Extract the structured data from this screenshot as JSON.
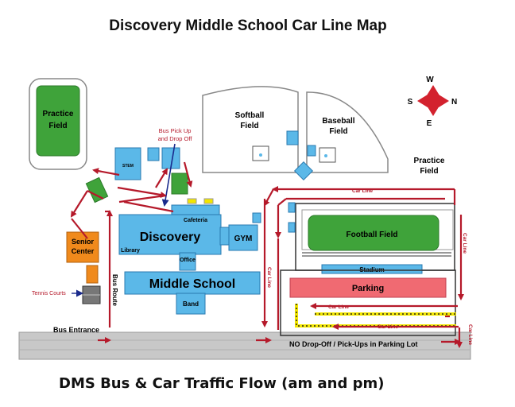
{
  "title": "Discovery Middle School Car Line Map",
  "footer": "DMS Bus & Car Traffic Flow (am and pm)",
  "compass": {
    "n": "W",
    "e": "N",
    "s": "E",
    "w": "S"
  },
  "labels": {
    "practice_field_left": [
      "Practice",
      "Field"
    ],
    "practice_field_right": [
      "Practice",
      "Field"
    ],
    "softball": [
      "Softball",
      "Field"
    ],
    "baseball": [
      "Baseball",
      "Field"
    ],
    "stem": "STEM",
    "bus_pickup": [
      "Bus Pick Up",
      "and Drop Off"
    ],
    "cafeteria": "Cafeteria",
    "discovery": "Discovery",
    "library": "Library",
    "office": "Office",
    "gym": "GYM",
    "middle_school": "Middle School",
    "band": "Band",
    "senior_center": [
      "Senior",
      "Center"
    ],
    "tennis_courts": "Tennis Courts",
    "bus_route": "Bus Route",
    "bus_entrance": "Bus Entrance",
    "football_field": "Football Field",
    "stadium": "Stadium",
    "parking": "Parking",
    "car_line": "Car Line",
    "no_drop_off": "NO Drop-Off / Pick-Ups in Parking Lot"
  },
  "colors": {
    "field_green": "#3fa33a",
    "building_blue": "#5bb8e8",
    "senior_orange": "#f08a1c",
    "parking_pink": "#f06a72",
    "arrow_red": "#b5192a",
    "road_gray": "#c8c8c8",
    "dash_yellow": "#f2e600"
  }
}
